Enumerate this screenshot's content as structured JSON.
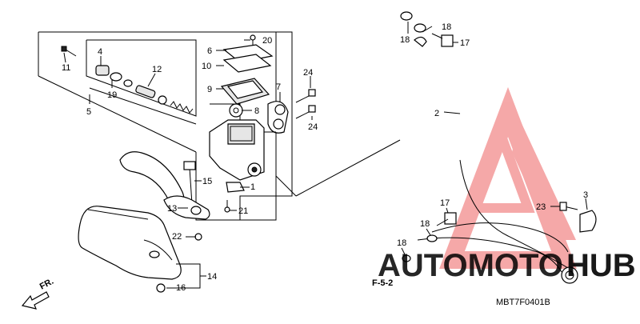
{
  "callouts": {
    "c1": "1",
    "c2": "2",
    "c3": "3",
    "c4": "4",
    "c5": "5",
    "c6": "6",
    "c7": "7",
    "c8": "8",
    "c9": "9",
    "c10": "10",
    "c11": "11",
    "c12": "12",
    "c13": "13",
    "c14": "14",
    "c15": "15",
    "c16": "16",
    "c17a": "17",
    "c17b": "17",
    "c18a": "18",
    "c18b": "18",
    "c18c": "18",
    "c18d": "18",
    "c19": "19",
    "c20": "20",
    "c21": "21",
    "c22": "22",
    "c23": "23",
    "c24a": "24",
    "c24b": "24"
  },
  "labels": {
    "front_arrow": "FR.",
    "section_ref": "F-5-2",
    "diagram_code": "MBT7F0401B"
  },
  "watermark": {
    "text_a": "AUTOMOTO",
    "text_b": "HUB",
    "color_a": "#f5c96a",
    "color_b": "#cfcfcf",
    "triangle_color": "#f28c8c"
  }
}
